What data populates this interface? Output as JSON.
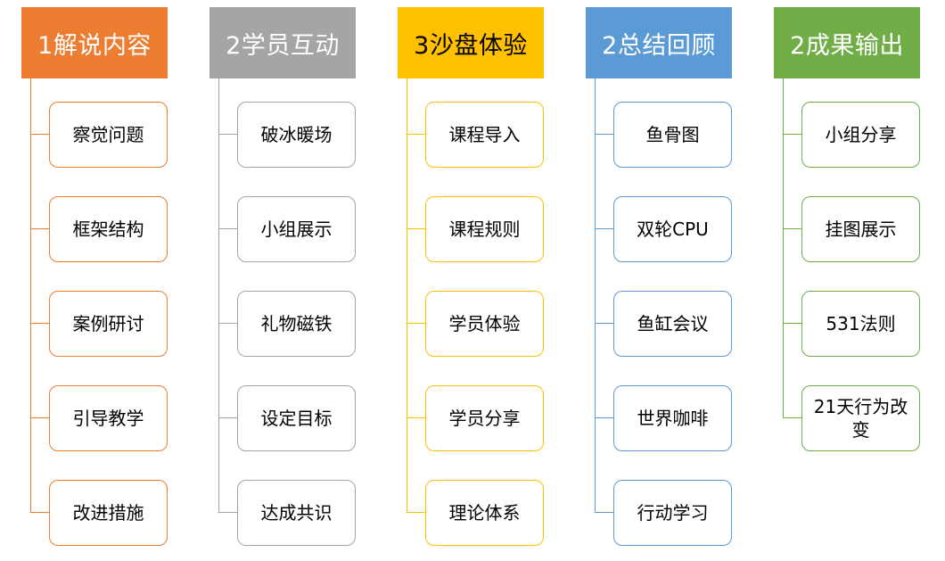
{
  "diagram": {
    "background": "#FFFFFF",
    "item_text_color": "#000000",
    "columns": [
      {
        "header": "1解说内容",
        "color": "#ED7D31",
        "header_text_color": "#FFFFFF",
        "items": [
          "察觉问题",
          "框架结构",
          "案例研讨",
          "引导教学",
          "改进措施"
        ]
      },
      {
        "header": "2学员互动",
        "color": "#A5A5A5",
        "header_text_color": "#FFFFFF",
        "items": [
          "破冰暖场",
          "小组展示",
          "礼物磁铁",
          "设定目标",
          "达成共识"
        ]
      },
      {
        "header": "3沙盘体验",
        "color": "#FFC000",
        "header_text_color": "#000000",
        "items": [
          "课程导入",
          "课程规则",
          "学员体验",
          "学员分享",
          "理论体系"
        ]
      },
      {
        "header": "2总结回顾",
        "color": "#5B9BD5",
        "header_text_color": "#FFFFFF",
        "items": [
          "鱼骨图",
          "双轮CPU",
          "鱼缸会议",
          "世界咖啡",
          "行动学习"
        ]
      },
      {
        "header": "2成果输出",
        "color": "#70AD47",
        "header_text_color": "#FFFFFF",
        "items": [
          "小组分享",
          "挂图展示",
          "531法则",
          "21天行为改变"
        ]
      }
    ]
  }
}
